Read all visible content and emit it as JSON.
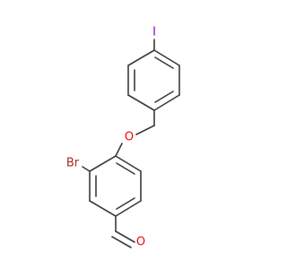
{
  "molecule": {
    "atoms": {
      "iodine": {
        "label": "I",
        "color": "#9400d3"
      },
      "bromine": {
        "label": "Br",
        "color": "#a52a2a"
      },
      "ether_oxygen": {
        "label": "O",
        "color": "#ff0000"
      },
      "aldehyde_oxygen": {
        "label": "O",
        "color": "#ff0000"
      }
    },
    "bond_color": "#3a3a3a"
  }
}
